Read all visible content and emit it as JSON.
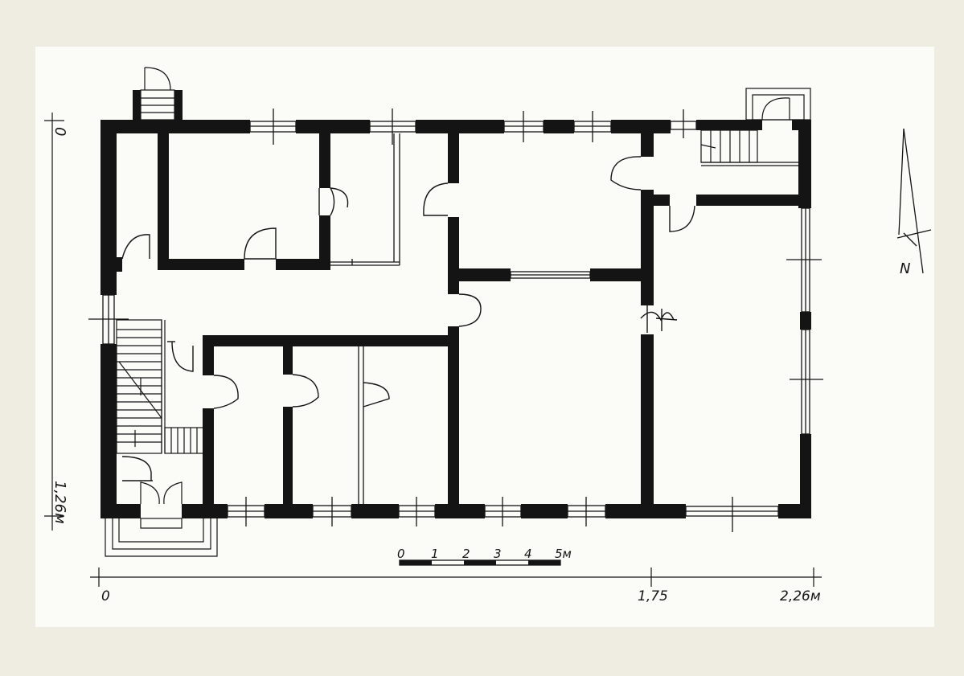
{
  "colors": {
    "paper": "#efece1",
    "sheet": "#fbfbf8",
    "ink": "#141414"
  },
  "scale_bar": {
    "labels": [
      "0",
      "1",
      "2",
      "3",
      "4",
      "5м"
    ]
  },
  "dimensions": {
    "left_top": "0",
    "left_bottom": "1,26м",
    "bottom_start": "0",
    "bottom_mid": "1,75",
    "bottom_end": "2,26м"
  },
  "north_arrow": {
    "label": "N"
  }
}
